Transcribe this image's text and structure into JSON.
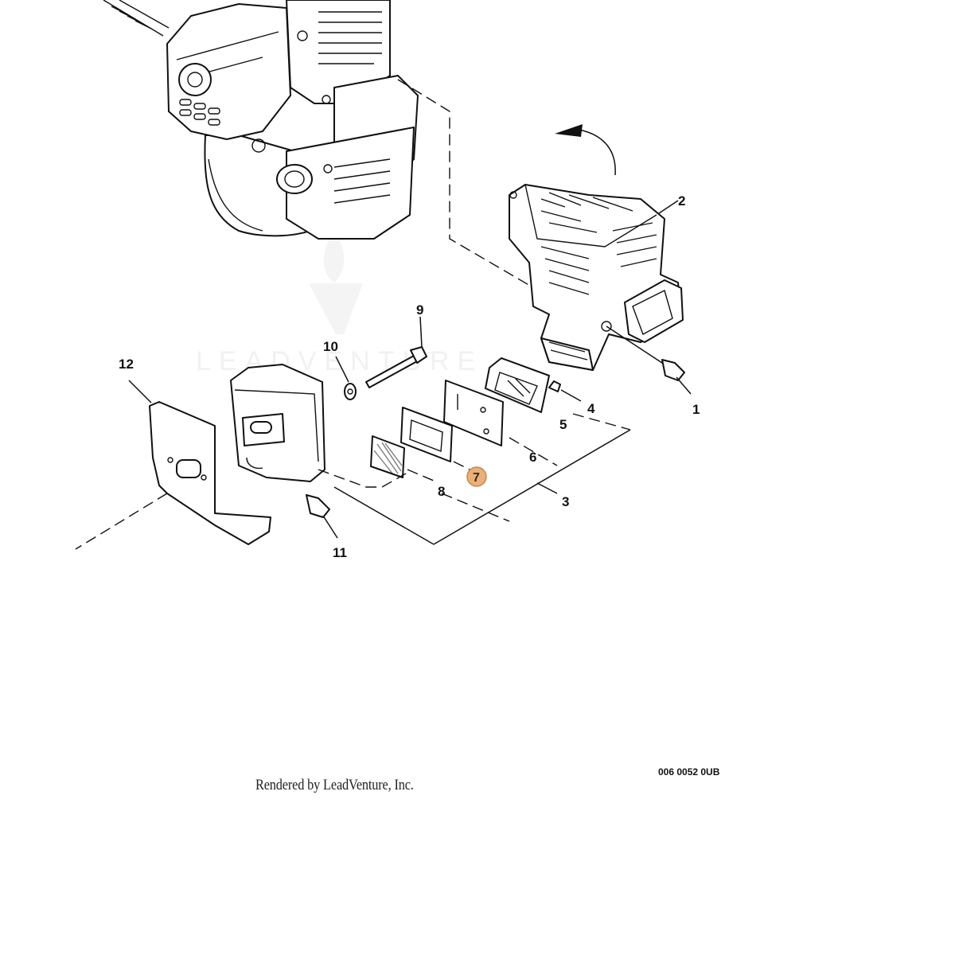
{
  "callouts": {
    "c1": "1",
    "c2": "2",
    "c3": "3",
    "c4": "4",
    "c5": "5",
    "c6": "6",
    "c7": "7",
    "c8": "8",
    "c9": "9",
    "c10": "10",
    "c11": "11",
    "c12": "12"
  },
  "highlight": {
    "callout": "7",
    "color": "#E8B07A",
    "stroke": "#C98A4B"
  },
  "watermark": {
    "text": "LEADVENTURE"
  },
  "footer": {
    "rendered_by": "Rendered by LeadVenture, Inc.",
    "diagram_code": "006 0052 0UB"
  }
}
